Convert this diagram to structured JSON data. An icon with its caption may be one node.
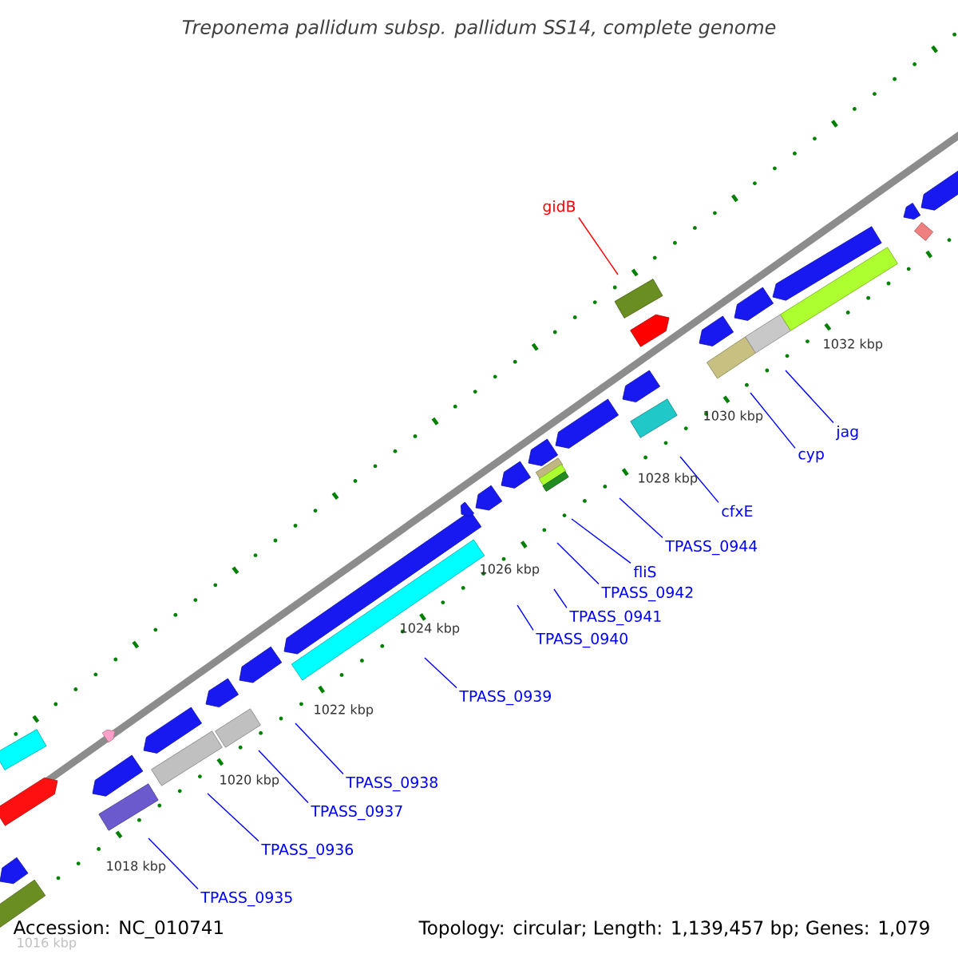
{
  "diagram": {
    "title": "Treponema pallidum subsp. pallidum SS14, complete genome",
    "nodes": [
      {
        "text": [
          "gidB"
        ]
      },
      {
        "text": [
          "jag"
        ]
      },
      {
        "text": [
          "cyp"
        ]
      },
      {
        "text": [
          "cfxE"
        ]
      },
      {
        "text": [
          "TPASS_0944"
        ]
      },
      {
        "text": [
          "fliS"
        ]
      },
      {
        "text": [
          "TPASS_0942"
        ]
      },
      {
        "text": [
          "TPASS_0941"
        ]
      },
      {
        "text": [
          "TPASS_0940"
        ]
      },
      {
        "text": [
          "TPASS_0939"
        ]
      },
      {
        "text": [
          "TPASS_0938"
        ]
      },
      {
        "text": [
          "TPASS_0937"
        ]
      },
      {
        "text": [
          "TPASS_0936"
        ]
      },
      {
        "text": [
          "TPASS_0935"
        ]
      }
    ],
    "edges": [
      {
        "from": 0,
        "to": null,
        "arrow": "none",
        "color": "#ff0000"
      },
      {
        "from": 1,
        "to": null,
        "arrow": "none"
      },
      {
        "from": 2,
        "to": null,
        "arrow": "none"
      },
      {
        "from": 3,
        "to": null,
        "arrow": "none"
      },
      {
        "from": 4,
        "to": null,
        "arrow": "none"
      },
      {
        "from": 5,
        "to": null,
        "arrow": "none"
      },
      {
        "from": 6,
        "to": null,
        "arrow": "none"
      },
      {
        "from": 7,
        "to": null,
        "arrow": "none"
      },
      {
        "from": 8,
        "to": null,
        "arrow": "none"
      },
      {
        "from": 9,
        "to": null,
        "arrow": "none"
      },
      {
        "from": 10,
        "to": null,
        "arrow": "none"
      },
      {
        "from": 11,
        "to": null,
        "arrow": "none"
      },
      {
        "from": 12,
        "to": null,
        "arrow": "none"
      },
      {
        "from": 13,
        "to": null,
        "arrow": "none"
      }
    ],
    "labels": [
      "1032 kbp",
      "1030 kbp",
      "1028 kbp",
      "1026 kbp",
      "1024 kbp",
      "1022 kbp",
      "1020 kbp",
      "1018 kbp",
      "Accession: NC_010741",
      "Topology: circular; Length: 1,139,457 bp; Genes: 1,079",
      "1016 kbp"
    ]
  }
}
